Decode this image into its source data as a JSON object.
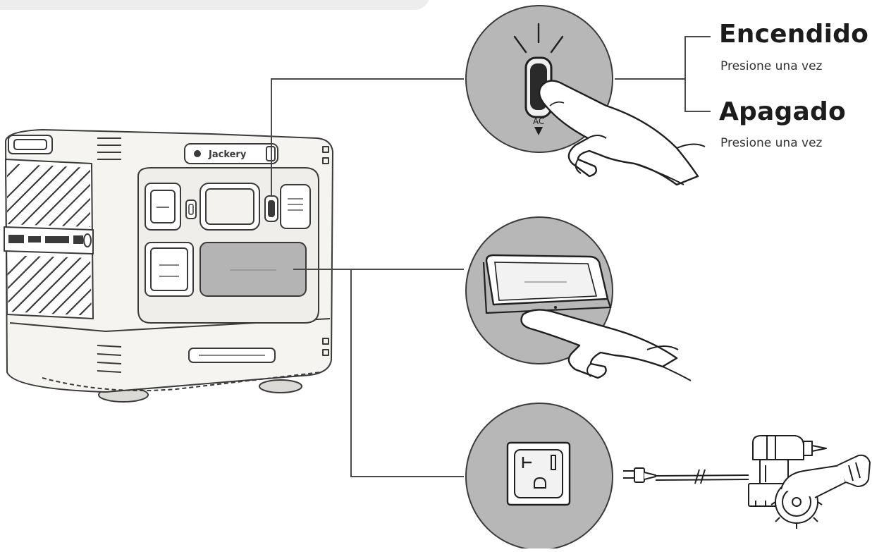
{
  "colors": {
    "outline": "#3a3a3a",
    "circle_fill": "#b7b7b7",
    "device_fill": "#f6f4f1",
    "panel_fill": "#f0eeea",
    "screen_fill": "#e4e2de",
    "screen_grey": "#b4b4b4",
    "line": "#4a4a4a",
    "text_dark": "#1c1c1c"
  },
  "labels": {
    "power_on_title": "Encendido",
    "power_on_instruction": "Presione una vez",
    "power_off_title": "Apagado",
    "power_off_instruction": "Presione una vez"
  },
  "device": {
    "brand": "Jackery",
    "ac_button_label": "AC"
  }
}
